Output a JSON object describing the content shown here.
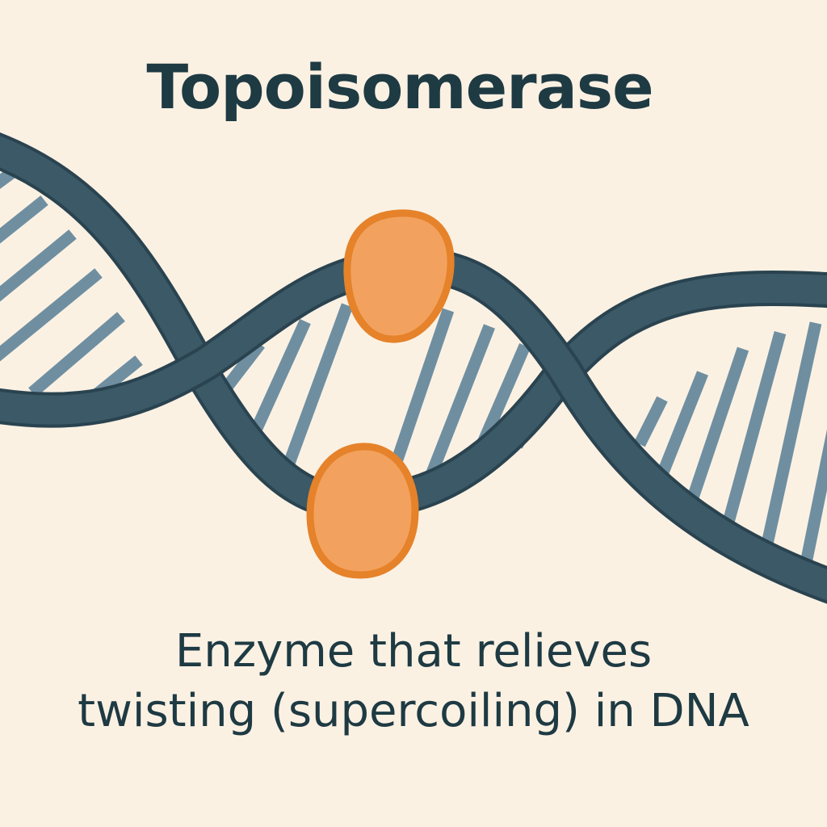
{
  "title": "Topoisomerase",
  "caption": {
    "line1": "Enzyme that relieves",
    "line2": "twisting (supercoiling) in DNA"
  },
  "colors": {
    "background": "#FBF1E3",
    "text": "#1E3A43",
    "dna_backbone": "#3B5966",
    "dna_backbone_outline": "#2A4350",
    "dna_rungs": "#6F8FA1",
    "enzyme_fill": "#F2A25E",
    "enzyme_outline": "#E5822A"
  },
  "icons": [
    "dna-double-helix-icon",
    "enzyme-subunit-icon"
  ]
}
